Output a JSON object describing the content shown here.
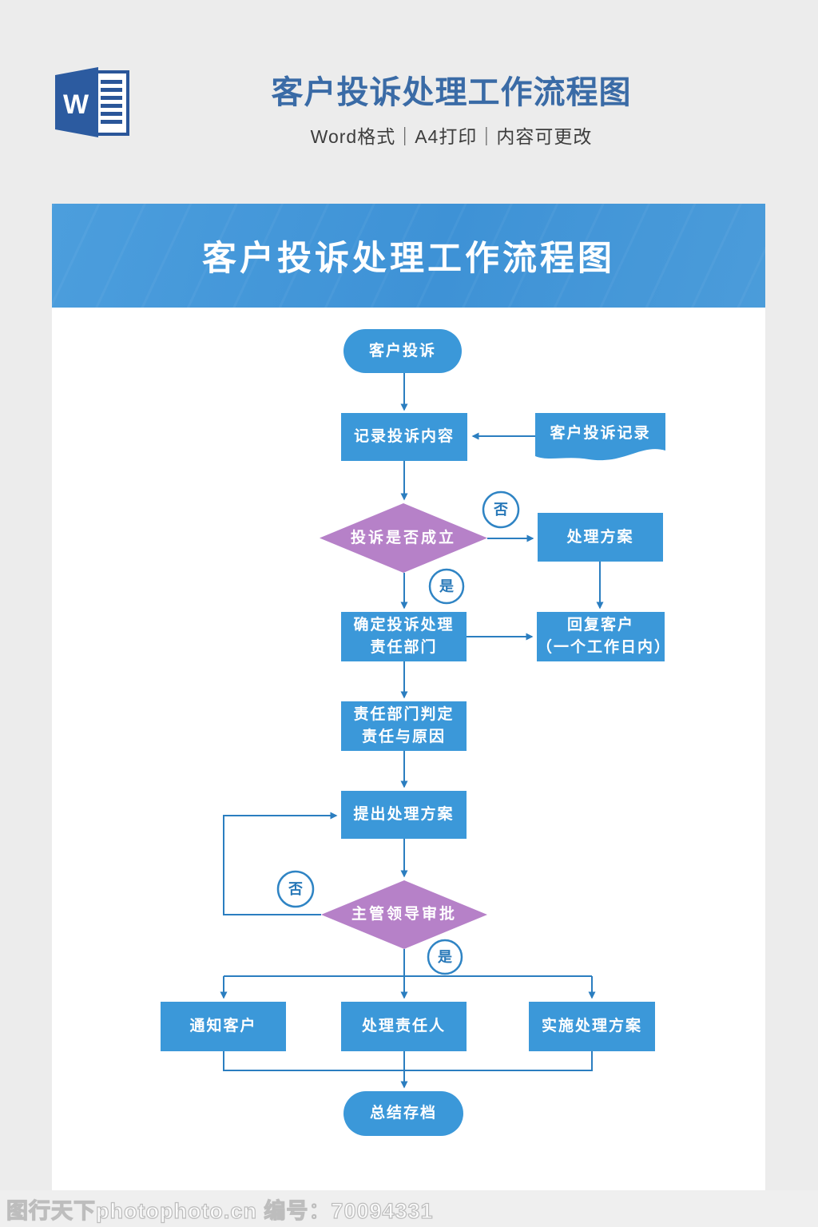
{
  "header": {
    "title": "客户投诉处理工作流程图",
    "subtitle": "Word格式｜A4打印｜内容可更改",
    "icon": "word-icon"
  },
  "banner": {
    "title": "客户投诉处理工作流程图"
  },
  "flowchart": {
    "nodes": {
      "start": "客户投诉",
      "record": "记录投诉内容",
      "complaint_doc": "客户投诉记录",
      "decision1": "投诉是否成立",
      "no1": "否",
      "yes1": "是",
      "plan": "处理方案",
      "assign": "确定投诉处理\n责任部门",
      "reply": "回复客户\n（一个工作日内）",
      "judge": "责任部门判定\n责任与原因",
      "propose": "提出处理方案",
      "decision2": "主管领导审批",
      "no2": "否",
      "yes2": "是",
      "notify": "通知客户",
      "handler": "处理责任人",
      "implement": "实施处理方案",
      "archive": "总结存档"
    },
    "colors": {
      "node_blue": "#3b98d9",
      "diamond_purple": "#b681c8",
      "connector_blue": "#2b7ec0",
      "banner_blue": "#4196d8",
      "title_blue": "#3a6ba6"
    }
  },
  "watermark": "图行天下photophoto.cn 编号：70094331"
}
